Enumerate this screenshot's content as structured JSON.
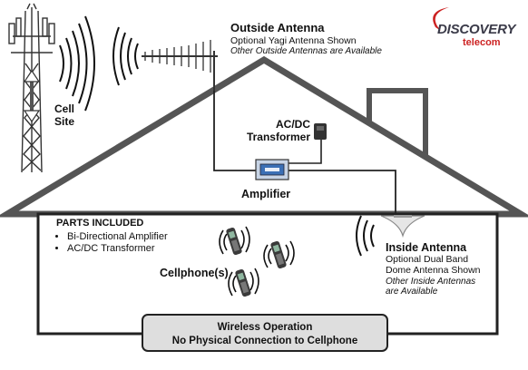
{
  "logo": {
    "name": "DISCOVERY",
    "tagline": "telecom"
  },
  "cell_site": {
    "line1": "Cell",
    "line2": "Site"
  },
  "outside_antenna": {
    "title": "Outside Antenna",
    "line1": "Optional Yagi Antenna Shown",
    "line2": "Other Outside Antennas are Available"
  },
  "transformer": {
    "line1": "AC/DC",
    "line2": "Transformer"
  },
  "amplifier": {
    "label": "Amplifier"
  },
  "parts": {
    "title": "PARTS INCLUDED",
    "items": [
      "Bi-Directional Amplifier",
      "AC/DC Transformer"
    ]
  },
  "cellphones": {
    "label": "Cellphone(s)"
  },
  "inside_antenna": {
    "title": "Inside Antenna",
    "line1": "Optional Dual Band",
    "line2": "Dome Antenna Shown",
    "line3": "Other Inside Antennas",
    "line4": "are Available"
  },
  "wireless": {
    "line1": "Wireless Operation",
    "line2": "No Physical Connection to Cellphone"
  },
  "colors": {
    "outline": "#222222",
    "box_fill": "#dedede",
    "logo_red": "#cc2222",
    "amp_blue": "#3b6fb5"
  }
}
